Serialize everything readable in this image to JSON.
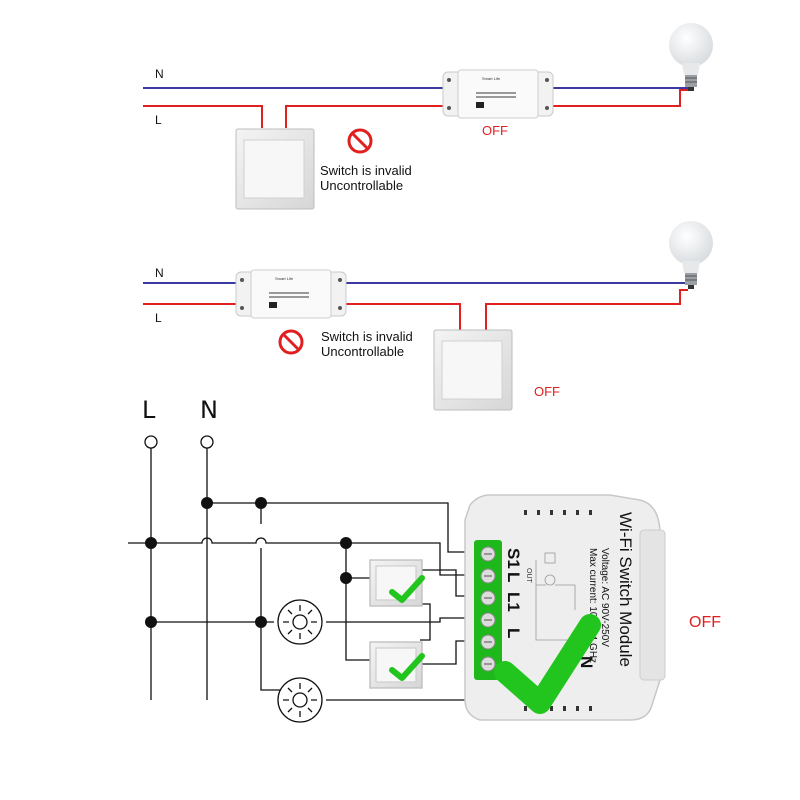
{
  "wires": {
    "neutral_label": "N",
    "live_label": "L",
    "neutral_color": "#3a3aa0",
    "live_color": "#e02020"
  },
  "panel1": {
    "warning_line1": "Switch is invalid",
    "warning_line2": "Uncontrollable",
    "status": "OFF",
    "relay_brand": "Smart Life"
  },
  "panel2": {
    "warning_line1": "Switch is invalid",
    "warning_line2": "Uncontrollable",
    "status": "OFF",
    "relay_brand": "Smart Life"
  },
  "schematic": {
    "live_label": "L",
    "neutral_label": "N",
    "status": "OFF",
    "module": {
      "title": "Wi-Fi Switch Module",
      "voltage": "Voltage: AC 90V-250V",
      "current": "Max current: 10A  2.4 GHz",
      "terminals": [
        "S1",
        "L1",
        "L",
        "N"
      ],
      "terminal_sub": "OUT"
    }
  },
  "colors": {
    "accent_green": "#22c41e",
    "warning_red": "#e02020"
  }
}
